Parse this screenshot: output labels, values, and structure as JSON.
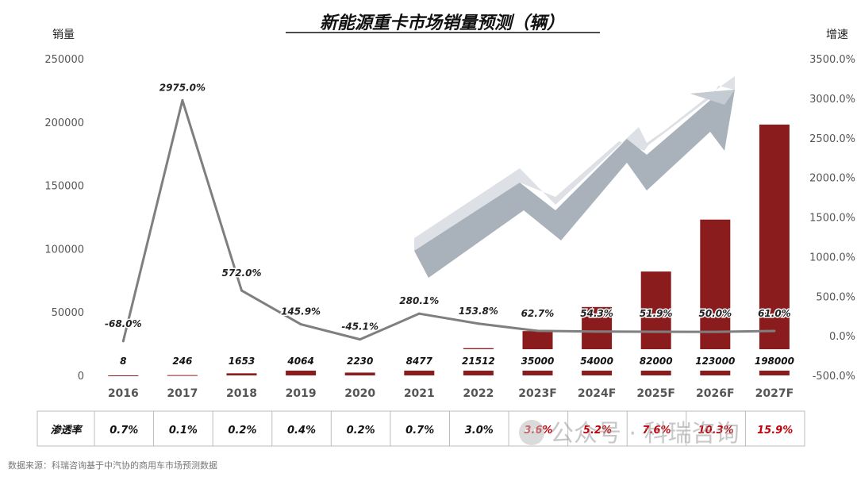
{
  "chart_data": {
    "type": "bar+line",
    "title": "新能源重卡市场销量预测（辆）",
    "ylabel_left": "销量",
    "ylabel_right": "增速",
    "ylim_left": [
      0,
      250000
    ],
    "yticks_left": [
      "0",
      "50000",
      "100000",
      "150000",
      "200000",
      "250000"
    ],
    "ylim_right": [
      -500,
      3500
    ],
    "yticks_right": [
      "-500.0%",
      "0.0%",
      "500.0%",
      "1000.0%",
      "1500.0%",
      "2000.0%",
      "2500.0%",
      "3000.0%",
      "3500.0%"
    ],
    "categories": [
      "2016",
      "2017",
      "2018",
      "2019",
      "2020",
      "2021",
      "2022",
      "2023F",
      "2024F",
      "2025F",
      "2026F",
      "2027F"
    ],
    "series": [
      {
        "kind": "bar",
        "values": [
          8,
          246,
          1653,
          4064,
          2230,
          8477,
          21512,
          35000,
          54000,
          82000,
          123000,
          198000
        ],
        "labels": [
          "8",
          "246",
          "1653",
          "4064",
          "2230",
          "8477",
          "21512",
          "35000",
          "54000",
          "82000",
          "123000",
          "198000"
        ],
        "color": "#8B1C1E"
      },
      {
        "kind": "line",
        "values": [
          -68.0,
          2975.0,
          572.0,
          145.9,
          -45.1,
          280.1,
          153.8,
          62.7,
          54.3,
          51.9,
          50.0,
          61.0
        ],
        "labels": [
          "-68.0%",
          "2975.0%",
          "572.0%",
          "145.9%",
          "-45.1%",
          "280.1%",
          "153.8%",
          "62.7%",
          "54.3%",
          "51.9%",
          "50.0%",
          "61.0%"
        ],
        "color": "#7F7F7F"
      }
    ],
    "penetration": {
      "label": "渗透率",
      "values": [
        "0.7%",
        "0.1%",
        "0.2%",
        "0.4%",
        "0.2%",
        "0.7%",
        "3.0%",
        "3.6%",
        "5.2%",
        "7.6%",
        "10.3%",
        "15.9%"
      ],
      "forecast_color": "#C0000A",
      "actual_color": "#111111"
    },
    "watermark": "公众号 · 科瑞咨询",
    "source": "数据来源：科瑞咨询基于中汽协的商用车市场预测数据"
  }
}
